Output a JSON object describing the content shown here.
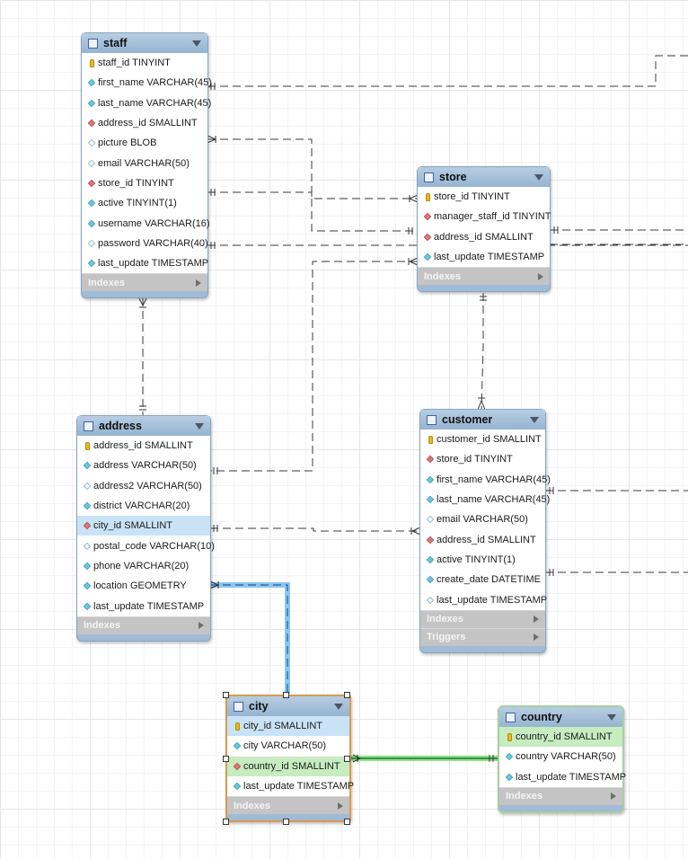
{
  "diagram": {
    "tables": [
      {
        "id": "staff",
        "name": "staff",
        "columns": [
          {
            "icon": "key",
            "text": "staff_id TINYINT"
          },
          {
            "icon": "nn",
            "text": "first_name VARCHAR(45)"
          },
          {
            "icon": "nn",
            "text": "last_name VARCHAR(45)"
          },
          {
            "icon": "fk",
            "text": "address_id SMALLINT"
          },
          {
            "icon": "nl",
            "text": "picture BLOB"
          },
          {
            "icon": "nl",
            "text": "email VARCHAR(50)"
          },
          {
            "icon": "fk",
            "text": "store_id TINYINT"
          },
          {
            "icon": "nn",
            "text": "active TINYINT(1)"
          },
          {
            "icon": "nn",
            "text": "username VARCHAR(16)"
          },
          {
            "icon": "nl",
            "text": "password VARCHAR(40)"
          },
          {
            "icon": "nn",
            "text": "last_update TIMESTAMP"
          }
        ],
        "sections": [
          "Indexes"
        ]
      },
      {
        "id": "store",
        "name": "store",
        "columns": [
          {
            "icon": "key",
            "text": "store_id TINYINT"
          },
          {
            "icon": "fk",
            "text": "manager_staff_id TINYINT"
          },
          {
            "icon": "fk",
            "text": "address_id SMALLINT"
          },
          {
            "icon": "nn",
            "text": "last_update TIMESTAMP"
          }
        ],
        "sections": [
          "Indexes"
        ]
      },
      {
        "id": "address",
        "name": "address",
        "columns": [
          {
            "icon": "key",
            "text": "address_id SMALLINT"
          },
          {
            "icon": "nn",
            "text": "address VARCHAR(50)"
          },
          {
            "icon": "nl",
            "text": "address2 VARCHAR(50)"
          },
          {
            "icon": "nn",
            "text": "district VARCHAR(20)"
          },
          {
            "icon": "fk",
            "text": "city_id SMALLINT",
            "selected": "blue"
          },
          {
            "icon": "nl",
            "text": "postal_code VARCHAR(10)"
          },
          {
            "icon": "nn",
            "text": "phone VARCHAR(20)"
          },
          {
            "icon": "nn",
            "text": "location GEOMETRY"
          },
          {
            "icon": "nn",
            "text": "last_update TIMESTAMP"
          }
        ],
        "sections": [
          "Indexes"
        ]
      },
      {
        "id": "customer",
        "name": "customer",
        "columns": [
          {
            "icon": "key",
            "text": "customer_id SMALLINT"
          },
          {
            "icon": "fk",
            "text": "store_id TINYINT"
          },
          {
            "icon": "nn",
            "text": "first_name VARCHAR(45)"
          },
          {
            "icon": "nn",
            "text": "last_name VARCHAR(45)"
          },
          {
            "icon": "nl",
            "text": "email VARCHAR(50)"
          },
          {
            "icon": "fk",
            "text": "address_id SMALLINT"
          },
          {
            "icon": "nn",
            "text": "active TINYINT(1)"
          },
          {
            "icon": "nn",
            "text": "create_date DATETIME"
          },
          {
            "icon": "nl",
            "text": "last_update TIMESTAMP"
          }
        ],
        "sections": [
          "Indexes",
          "Triggers"
        ]
      },
      {
        "id": "city",
        "name": "city",
        "columns": [
          {
            "icon": "key",
            "text": "city_id SMALLINT",
            "selected": "blue"
          },
          {
            "icon": "nn",
            "text": "city VARCHAR(50)"
          },
          {
            "icon": "fk",
            "text": "country_id SMALLINT",
            "selected": "green"
          },
          {
            "icon": "nn",
            "text": "last_update TIMESTAMP"
          }
        ],
        "sections": [
          "Indexes"
        ]
      },
      {
        "id": "country",
        "name": "country",
        "columns": [
          {
            "icon": "key",
            "text": "country_id SMALLINT",
            "selected": "green"
          },
          {
            "icon": "nn",
            "text": "country VARCHAR(50)"
          },
          {
            "icon": "nn",
            "text": "last_update TIMESTAMP"
          }
        ],
        "sections": [
          "Indexes"
        ]
      }
    ],
    "colors": {
      "line": "#3a3a3a",
      "highlight_blue": "#5fa8e0",
      "highlight_green": "#5ec85e"
    }
  }
}
